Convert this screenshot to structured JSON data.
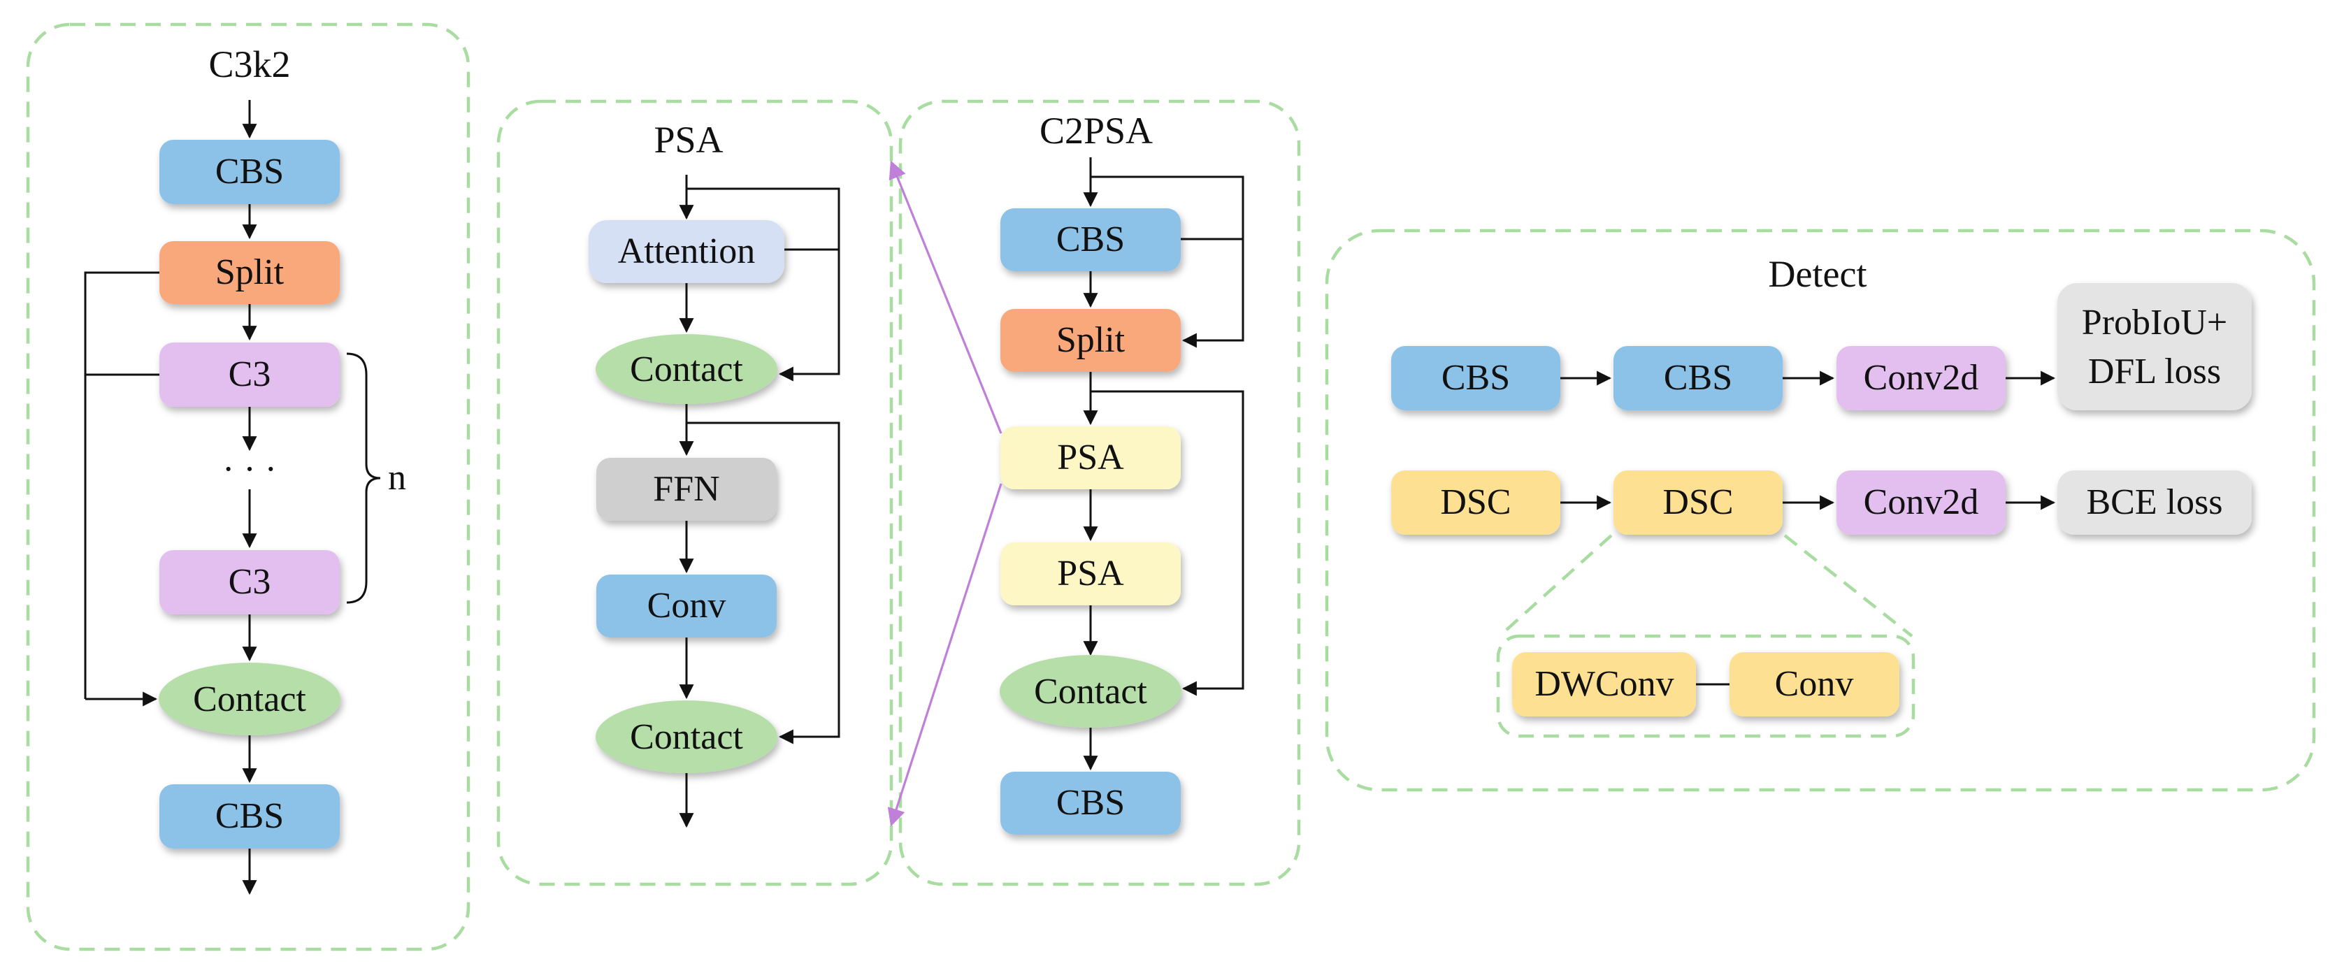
{
  "colors": {
    "blue": "#8cc2e8",
    "orange": "#f9a87c",
    "purple": "#e3bff0",
    "green": "#b5dea8",
    "lavender": "#d5e0f4",
    "gray": "#cfcfcf",
    "lightgray": "#e4e4e4",
    "yellow": "#fdf7c6",
    "gold": "#fde092",
    "panel_border": "#a8dca0",
    "highlight_arrow": "#c07fd8"
  },
  "c3k2": {
    "title": "C3k2",
    "cbs_top": "CBS",
    "split": "Split",
    "c3_top": "C3",
    "ellipsis": "· · ·",
    "c3_bottom": "C3",
    "repeat": "n",
    "contact": "Contact",
    "cbs_bottom": "CBS"
  },
  "psa": {
    "title": "PSA",
    "attention": "Attention",
    "contact_top": "Contact",
    "ffn": "FFN",
    "conv": "Conv",
    "contact_bottom": "Contact"
  },
  "c2psa": {
    "title": "C2PSA",
    "cbs_top": "CBS",
    "split": "Split",
    "psa_1": "PSA",
    "psa_2": "PSA",
    "contact": "Contact",
    "cbs_bottom": "CBS"
  },
  "detect": {
    "title": "Detect",
    "row1": {
      "cbs_1": "CBS",
      "cbs_2": "CBS",
      "conv2d": "Conv2d",
      "loss_line1": "ProbIoU+",
      "loss_line2": "DFL loss"
    },
    "row2": {
      "dsc_1": "DSC",
      "dsc_2": "DSC",
      "conv2d": "Conv2d",
      "loss": "BCE loss"
    },
    "dsc_detail": {
      "dwconv": "DWConv",
      "conv": "Conv"
    }
  }
}
